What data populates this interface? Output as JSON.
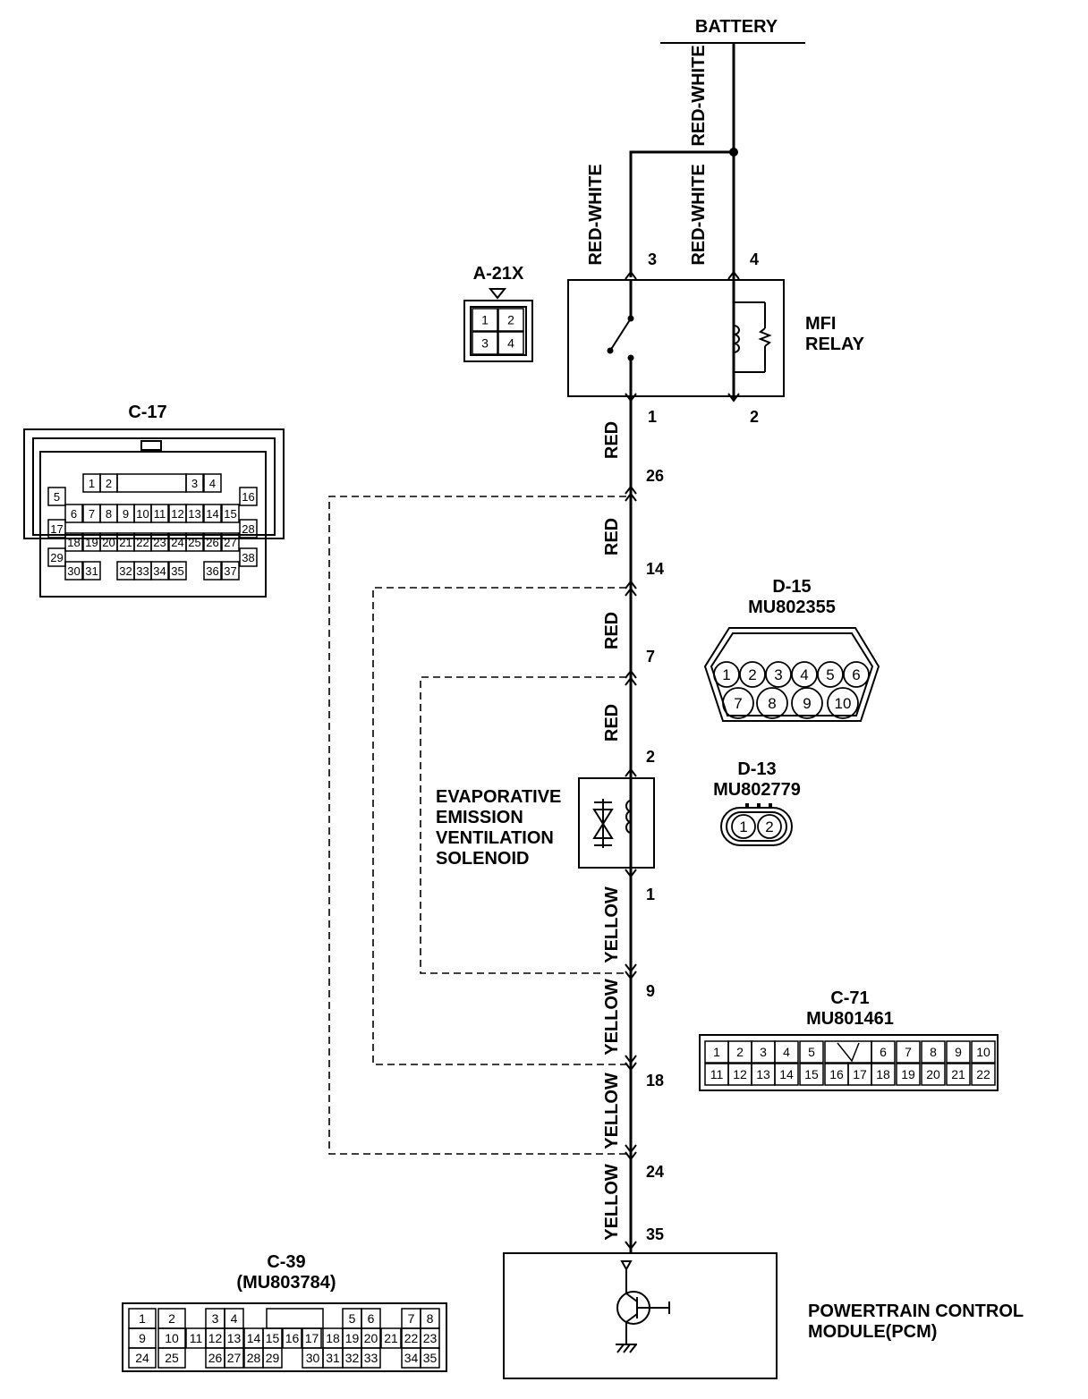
{
  "battery": {
    "label": "BATTERY"
  },
  "wires": {
    "battery_feed": "RED-WHITE",
    "relay_pin3": "RED-WHITE",
    "relay_pin4": "RED-WHITE",
    "red": "RED",
    "yellow": "YELLOW"
  },
  "components": {
    "mfi_relay": {
      "line1": "MFI",
      "line2": "RELAY"
    },
    "solenoid": {
      "line1": "EVAPORATIVE",
      "line2": "EMISSION",
      "line3": "VENTILATION",
      "line4": "SOLENOID"
    },
    "pcm": {
      "line1": "POWERTRAIN CONTROL",
      "line2": "MODULE(PCM)"
    }
  },
  "pins": {
    "relay_3": "3",
    "relay_4": "4",
    "relay_1": "1",
    "relay_2": "2",
    "p26": "26",
    "p14": "14",
    "p7": "7",
    "sol_2": "2",
    "sol_1": "1",
    "p9": "9",
    "p18": "18",
    "p24": "24",
    "p35": "35"
  },
  "connectors": {
    "a21x": {
      "title": "A-21X",
      "cells": [
        "1",
        "2",
        "3",
        "4"
      ]
    },
    "c17": {
      "title": "C-17",
      "cells": [
        "1",
        "2",
        "3",
        "4",
        "5",
        "6",
        "7",
        "8",
        "9",
        "10",
        "11",
        "12",
        "13",
        "14",
        "15",
        "16",
        "17",
        "18",
        "19",
        "20",
        "21",
        "22",
        "23",
        "24",
        "25",
        "26",
        "27",
        "28",
        "29",
        "30",
        "31",
        "32",
        "33",
        "34",
        "35",
        "36",
        "37",
        "38"
      ]
    },
    "d15": {
      "title": "D-15",
      "part": "MU802355",
      "cells": [
        "1",
        "2",
        "3",
        "4",
        "5",
        "6",
        "7",
        "8",
        "9",
        "10"
      ]
    },
    "d13": {
      "title": "D-13",
      "part": "MU802779",
      "cells": [
        "1",
        "2"
      ]
    },
    "c71": {
      "title": "C-71",
      "part": "MU801461",
      "cells": [
        "1",
        "2",
        "3",
        "4",
        "5",
        "6",
        "7",
        "8",
        "9",
        "10",
        "11",
        "12",
        "13",
        "14",
        "15",
        "16",
        "17",
        "18",
        "19",
        "20",
        "21",
        "22"
      ]
    },
    "c39": {
      "title": "C-39",
      "part": "(MU803784)",
      "cells": [
        "1",
        "2",
        "3",
        "4",
        "5",
        "6",
        "7",
        "8",
        "9",
        "10",
        "11",
        "12",
        "13",
        "14",
        "15",
        "16",
        "17",
        "18",
        "19",
        "20",
        "21",
        "22",
        "23",
        "24",
        "25",
        "26",
        "27",
        "28",
        "29",
        "30",
        "31",
        "32",
        "33",
        "34",
        "35"
      ]
    }
  }
}
